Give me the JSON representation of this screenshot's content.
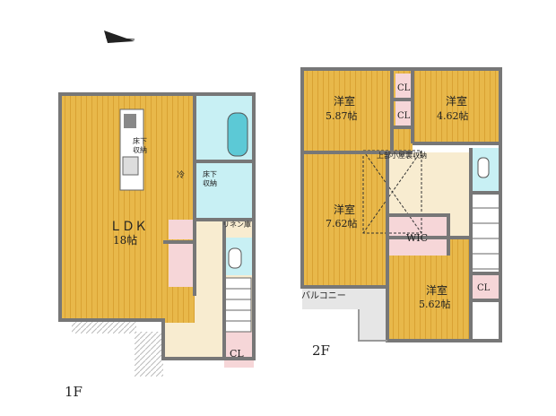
{
  "floor1": {
    "label": "1F",
    "ldk_name": "ＬＤＫ",
    "ldk_size": "18帖",
    "underfloor_storage_1": [
      "床下",
      "収納"
    ],
    "underfloor_storage_2": [
      "床下",
      "収納"
    ],
    "fridge": "冷",
    "linen": "リネン庫",
    "closet": "CL"
  },
  "floor2": {
    "label": "2F",
    "room_a": {
      "name": "洋室",
      "size": "5.87帖"
    },
    "room_b": {
      "name": "洋室",
      "size": "4.62帖"
    },
    "room_c": {
      "name": "洋室",
      "size": "7.62帖"
    },
    "room_d": {
      "name": "洋室",
      "size": "5.62帖"
    },
    "closet_1": "CL",
    "closet_2": "CL",
    "closet_3": "CL",
    "attic": "上部小屋裏収納",
    "wic": "WIC",
    "balcony": "バルコニー"
  },
  "colors": {
    "floor_wood": "#E8B84A",
    "wet_area": "#C8F0F4",
    "closet": "#F6D6D8",
    "hall": "#F8ECD0",
    "wall": "#777777",
    "balcony": "#E6E6E6"
  }
}
